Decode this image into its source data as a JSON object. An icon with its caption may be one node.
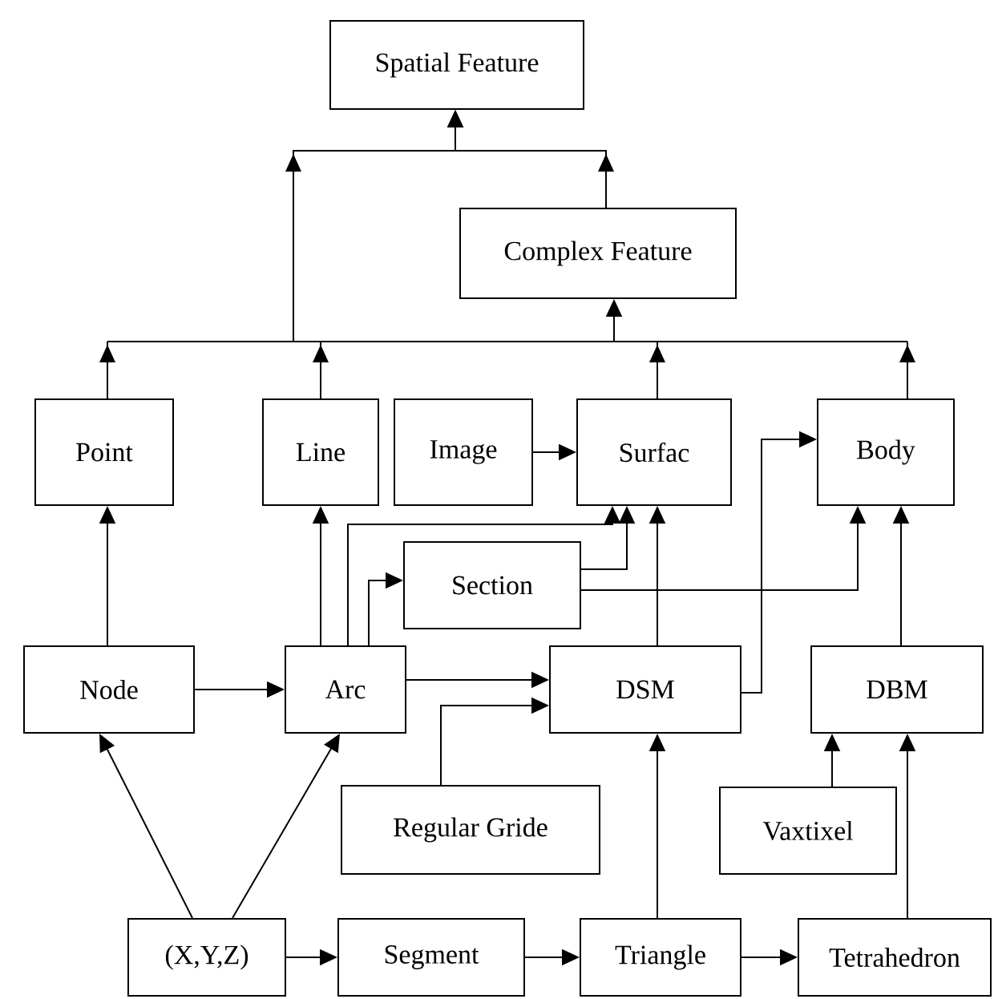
{
  "diagram": {
    "nodes": [
      {
        "text": [
          "Spatial Feature"
        ]
      },
      {
        "text": [
          "Complex Feature"
        ]
      },
      {
        "text": [
          "Point"
        ]
      },
      {
        "text": [
          "Line"
        ]
      },
      {
        "text": [
          "Image"
        ]
      },
      {
        "text": [
          "Surfac"
        ]
      },
      {
        "text": [
          "Body"
        ]
      },
      {
        "text": [
          "Section"
        ]
      },
      {
        "text": [
          "Node"
        ]
      },
      {
        "text": [
          "Arc"
        ]
      },
      {
        "text": [
          "DSM"
        ]
      },
      {
        "text": [
          "DBM"
        ]
      },
      {
        "text": [
          "Regular Gride"
        ]
      },
      {
        "text": [
          "Vaxtixel"
        ]
      },
      {
        "text": [
          "(X,Y,Z)"
        ]
      },
      {
        "text": [
          "Segment"
        ]
      },
      {
        "text": [
          "Triangle"
        ]
      },
      {
        "text": [
          "Tetrahedron"
        ]
      }
    ],
    "edges": [
      {
        "from": 1,
        "to": 0,
        "arrow": "to"
      },
      {
        "from": 2,
        "to": 0,
        "arrow": "to"
      },
      {
        "from": 3,
        "to": 0,
        "arrow": "to"
      },
      {
        "from": 5,
        "to": 0,
        "arrow": "to"
      },
      {
        "from": 6,
        "to": 0,
        "arrow": "to"
      },
      {
        "from": 2,
        "to": 1,
        "arrow": "to"
      },
      {
        "from": 3,
        "to": 1,
        "arrow": "to"
      },
      {
        "from": 5,
        "to": 1,
        "arrow": "to"
      },
      {
        "from": 6,
        "to": 1,
        "arrow": "to"
      },
      {
        "from": 4,
        "to": 5,
        "arrow": "to"
      },
      {
        "from": 8,
        "to": 2,
        "arrow": "to"
      },
      {
        "from": 9,
        "to": 3,
        "arrow": "to"
      },
      {
        "from": 9,
        "to": 5,
        "arrow": "to"
      },
      {
        "from": 9,
        "to": 7,
        "arrow": "to"
      },
      {
        "from": 7,
        "to": 5,
        "arrow": "to"
      },
      {
        "from": 7,
        "to": 6,
        "arrow": "to"
      },
      {
        "from": 10,
        "to": 5,
        "arrow": "to"
      },
      {
        "from": 10,
        "to": 6,
        "arrow": "to"
      },
      {
        "from": 11,
        "to": 6,
        "arrow": "to"
      },
      {
        "from": 8,
        "to": 9,
        "arrow": "to"
      },
      {
        "from": 9,
        "to": 10,
        "arrow": "to"
      },
      {
        "from": 12,
        "to": 10,
        "arrow": "to"
      },
      {
        "from": 13,
        "to": 11,
        "arrow": "to"
      },
      {
        "from": 14,
        "to": 8,
        "arrow": "to"
      },
      {
        "from": 14,
        "to": 9,
        "arrow": "to"
      },
      {
        "from": 14,
        "to": 15,
        "arrow": "to"
      },
      {
        "from": 15,
        "to": 16,
        "arrow": "to"
      },
      {
        "from": 16,
        "to": 17,
        "arrow": "to"
      },
      {
        "from": 16,
        "to": 10,
        "arrow": "to"
      },
      {
        "from": 17,
        "to": 11,
        "arrow": "to"
      }
    ]
  }
}
